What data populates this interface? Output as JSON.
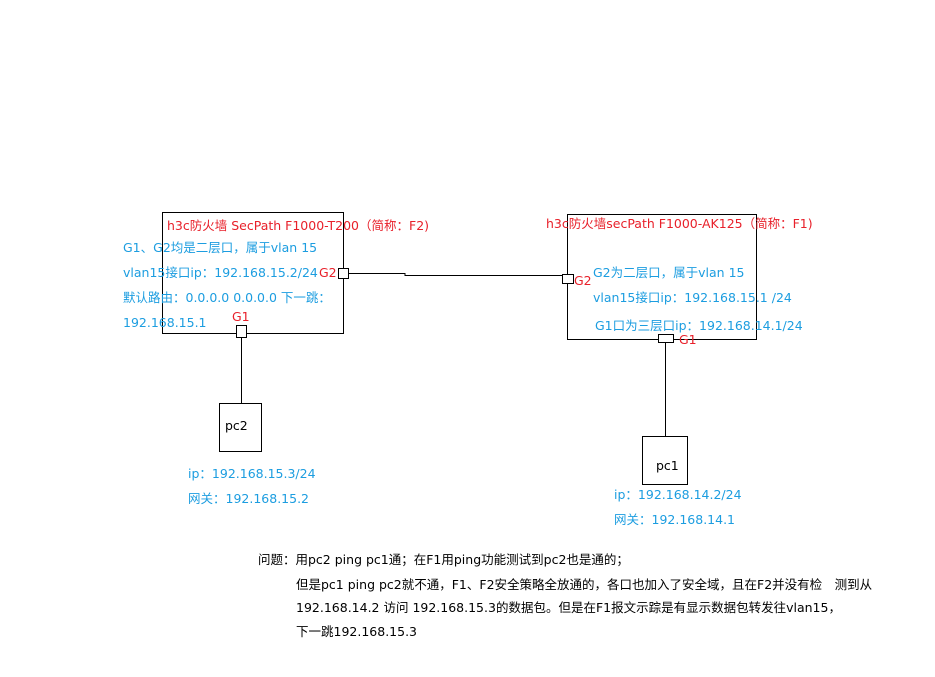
{
  "f2": {
    "title": "h3c防火墙 SecPath F1000-T200（简称：F2)",
    "line1": "G1、G2均是二层口，属于vlan 15",
    "line2": "vlan15接口ip：192.168.15.2/24",
    "line3": "默认路由：0.0.0.0 0.0.0.0 下一跳：",
    "line4": "192.168.15.1",
    "g1": "G1",
    "g2": "G2"
  },
  "f1": {
    "title": "h3c防火墙secPath F1000-AK125（简称：F1)",
    "line1": "G2为二层口，属于vlan 15",
    "line2": "vlan15接口ip：192.168.15.1 /24",
    "line3": "G1口为三层口ip：192.168.14.1/24",
    "g1": "G1",
    "g2": "G2"
  },
  "pc2": {
    "label": "pc2",
    "ip": "ip：192.168.15.3/24",
    "gw": "网关：192.168.15.2"
  },
  "pc1": {
    "label": "pc1",
    "ip": "ip：192.168.14.2/24",
    "gw": "网关：192.168.14.1"
  },
  "question": {
    "line1": "问题：用pc2 ping pc1通；在F1用ping功能测试到pc2也是通的；",
    "line2": "但是pc1 ping pc2就不通，F1、F2安全策略全放通的，各口也加入了安全域，且在F2并没有检　测到从",
    "line3": "192.168.14.2 访问 192.168.15.3的数据包。但是在F1报文示踪是有显示数据包转发往vlan15，",
    "line4": "下一跳192.168.15.3"
  }
}
